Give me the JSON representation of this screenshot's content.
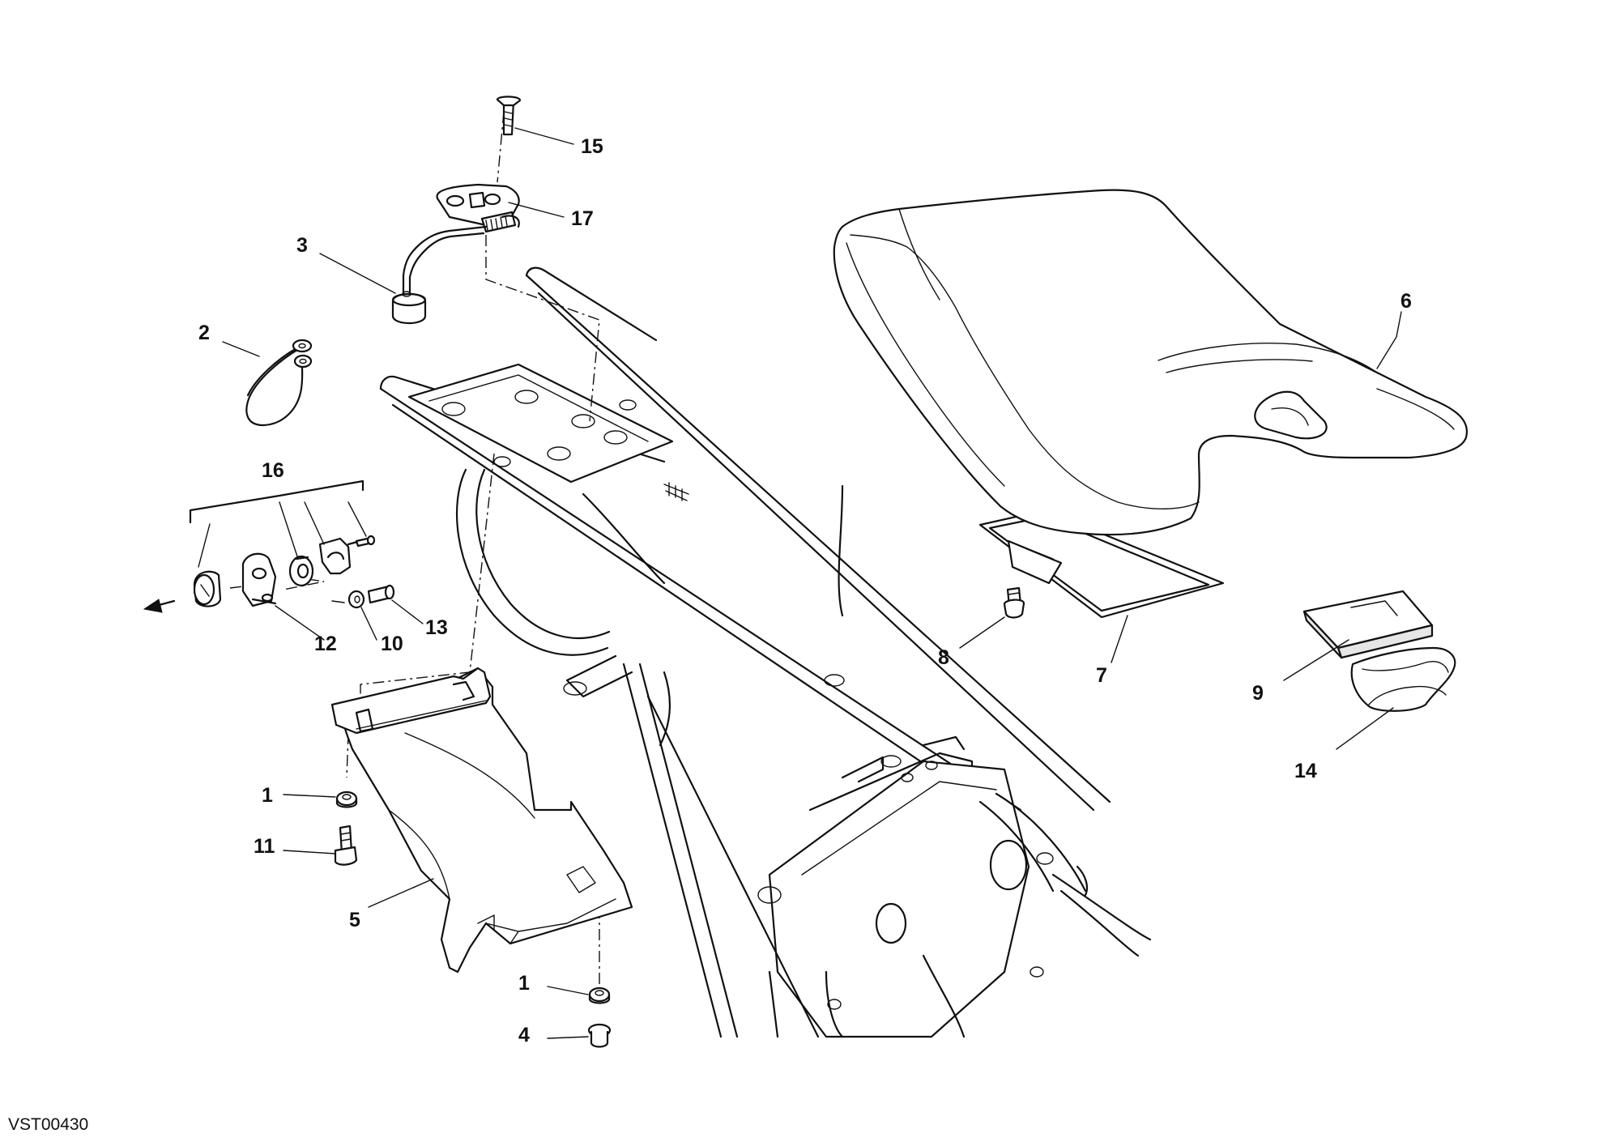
{
  "diagram": {
    "drawing_code": "VST00430",
    "callouts": [
      {
        "id": "c15",
        "label": "15"
      },
      {
        "id": "c17",
        "label": "17"
      },
      {
        "id": "c3",
        "label": "3"
      },
      {
        "id": "c2",
        "label": "2"
      },
      {
        "id": "c16",
        "label": "16"
      },
      {
        "id": "c12",
        "label": "12"
      },
      {
        "id": "c10",
        "label": "10"
      },
      {
        "id": "c13",
        "label": "13"
      },
      {
        "id": "c1a",
        "label": "1"
      },
      {
        "id": "c11",
        "label": "11"
      },
      {
        "id": "c5",
        "label": "5"
      },
      {
        "id": "c1b",
        "label": "1"
      },
      {
        "id": "c4",
        "label": "4"
      },
      {
        "id": "c6",
        "label": "6"
      },
      {
        "id": "c8",
        "label": "8"
      },
      {
        "id": "c7",
        "label": "7"
      },
      {
        "id": "c9",
        "label": "9"
      },
      {
        "id": "c14",
        "label": "14"
      }
    ]
  }
}
